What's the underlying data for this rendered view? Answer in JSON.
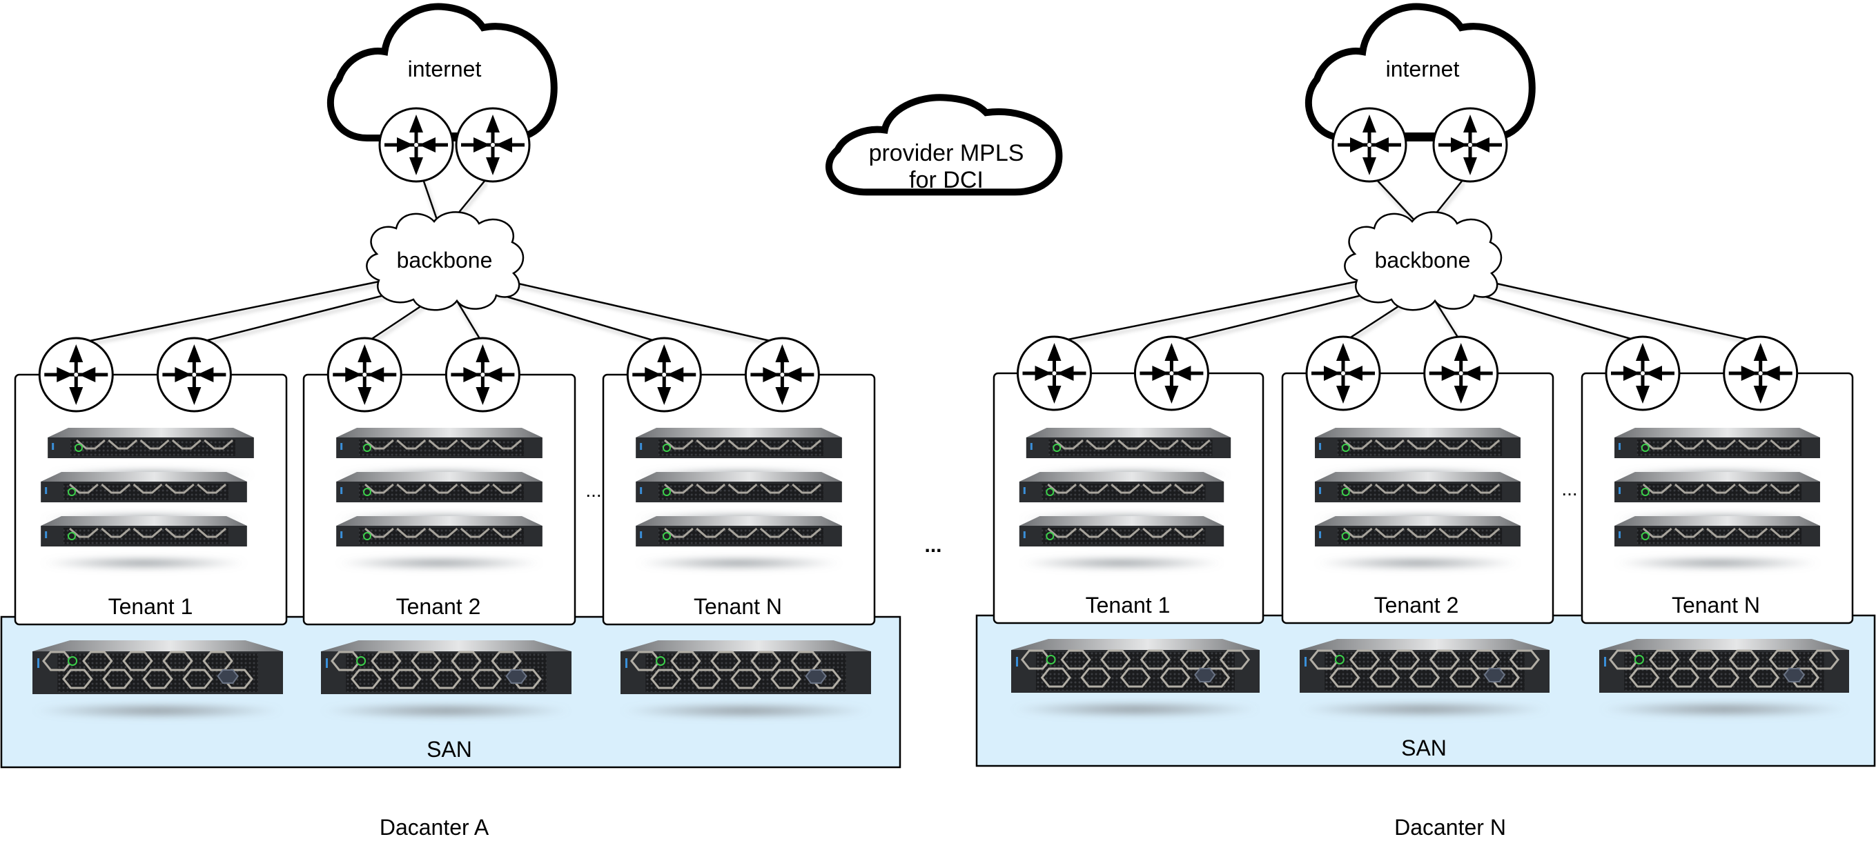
{
  "colors": {
    "san_fill": "#d9effc",
    "line": "#000000",
    "server_body": "#2b2d30",
    "server_top": "#c8c9cb",
    "server_led": "#3bd04a"
  },
  "dci": {
    "label_line1": "provider MPLS",
    "label_line2": "for DCI",
    "icon": "cloud-icon"
  },
  "between_datacenters_ellipsis": "...",
  "datacenters": [
    {
      "name": "Dacanter A",
      "internet_label": "internet",
      "backbone_label": "backbone",
      "san_label": "SAN",
      "tenant_ellipsis": "...",
      "tenants": [
        {
          "label": "Tenant 1",
          "servers": 3,
          "routers": 2
        },
        {
          "label": "Tenant 2",
          "servers": 3,
          "routers": 2
        },
        {
          "label": "Tenant N",
          "servers": 3,
          "routers": 2
        }
      ],
      "storage_arrays": 3,
      "edge_routers": 2
    },
    {
      "name": "Dacanter N",
      "internet_label": "internet",
      "backbone_label": "backbone",
      "san_label": "SAN",
      "tenant_ellipsis": "...",
      "tenants": [
        {
          "label": "Tenant 1",
          "servers": 3,
          "routers": 2
        },
        {
          "label": "Tenant 2",
          "servers": 3,
          "routers": 2
        },
        {
          "label": "Tenant N",
          "servers": 3,
          "routers": 2
        }
      ],
      "storage_arrays": 3,
      "edge_routers": 2
    }
  ]
}
